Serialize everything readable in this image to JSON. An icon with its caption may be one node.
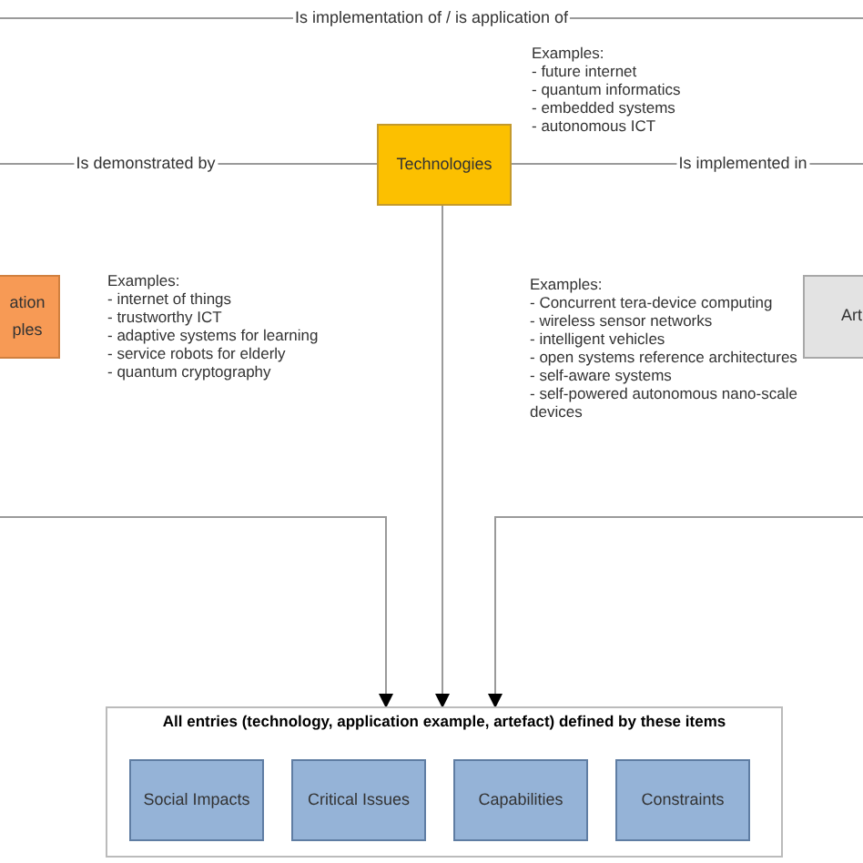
{
  "diagram": {
    "nodes": [
      {
        "text": [
          "Technologies"
        ],
        "beside": [
          "Examples:",
          "- future internet",
          "- quantum informatics",
          "- embedded systems",
          "- autonomous ICT"
        ]
      },
      {
        "text": [
          "ation ples"
        ],
        "beside": [
          "Examples:",
          "- internet of things",
          "- trustworthy ICT",
          "- adaptive systems for learning",
          "- service robots for elderly",
          "- quantum cryptography"
        ]
      },
      {
        "text": [
          "Art"
        ],
        "beside": [
          "Examples:",
          "- Concurrent tera-device computing",
          "- wireless sensor networks",
          "- intelligent vehicles",
          "- open systems reference architectures",
          "- self-aware systems",
          "- self-powered autonomous nano-scale devices"
        ]
      },
      {
        "text": [
          "All entries (technology, application example, artefact) defined by these items"
        ]
      },
      {
        "text": [
          "Social Impacts"
        ],
        "in": 3
      },
      {
        "text": [
          "Critical Issues"
        ],
        "in": 3
      },
      {
        "text": [
          "Capabilities"
        ],
        "in": 3
      },
      {
        "text": [
          "Constraints"
        ],
        "in": 3
      }
    ],
    "edges": [
      {
        "from": 1,
        "to": 2,
        "arrow": "none",
        "label": "Is implementation of / is application of"
      },
      {
        "from": 0,
        "to": 1,
        "arrow": "none",
        "label": "Is demonstrated by"
      },
      {
        "from": 0,
        "to": 2,
        "arrow": "none",
        "label": "Is implemented in"
      },
      {
        "from": 1,
        "to": 3,
        "arrow": "to"
      },
      {
        "from": 0,
        "to": 3,
        "arrow": "to"
      },
      {
        "from": 2,
        "to": 3,
        "arrow": "to"
      }
    ]
  }
}
